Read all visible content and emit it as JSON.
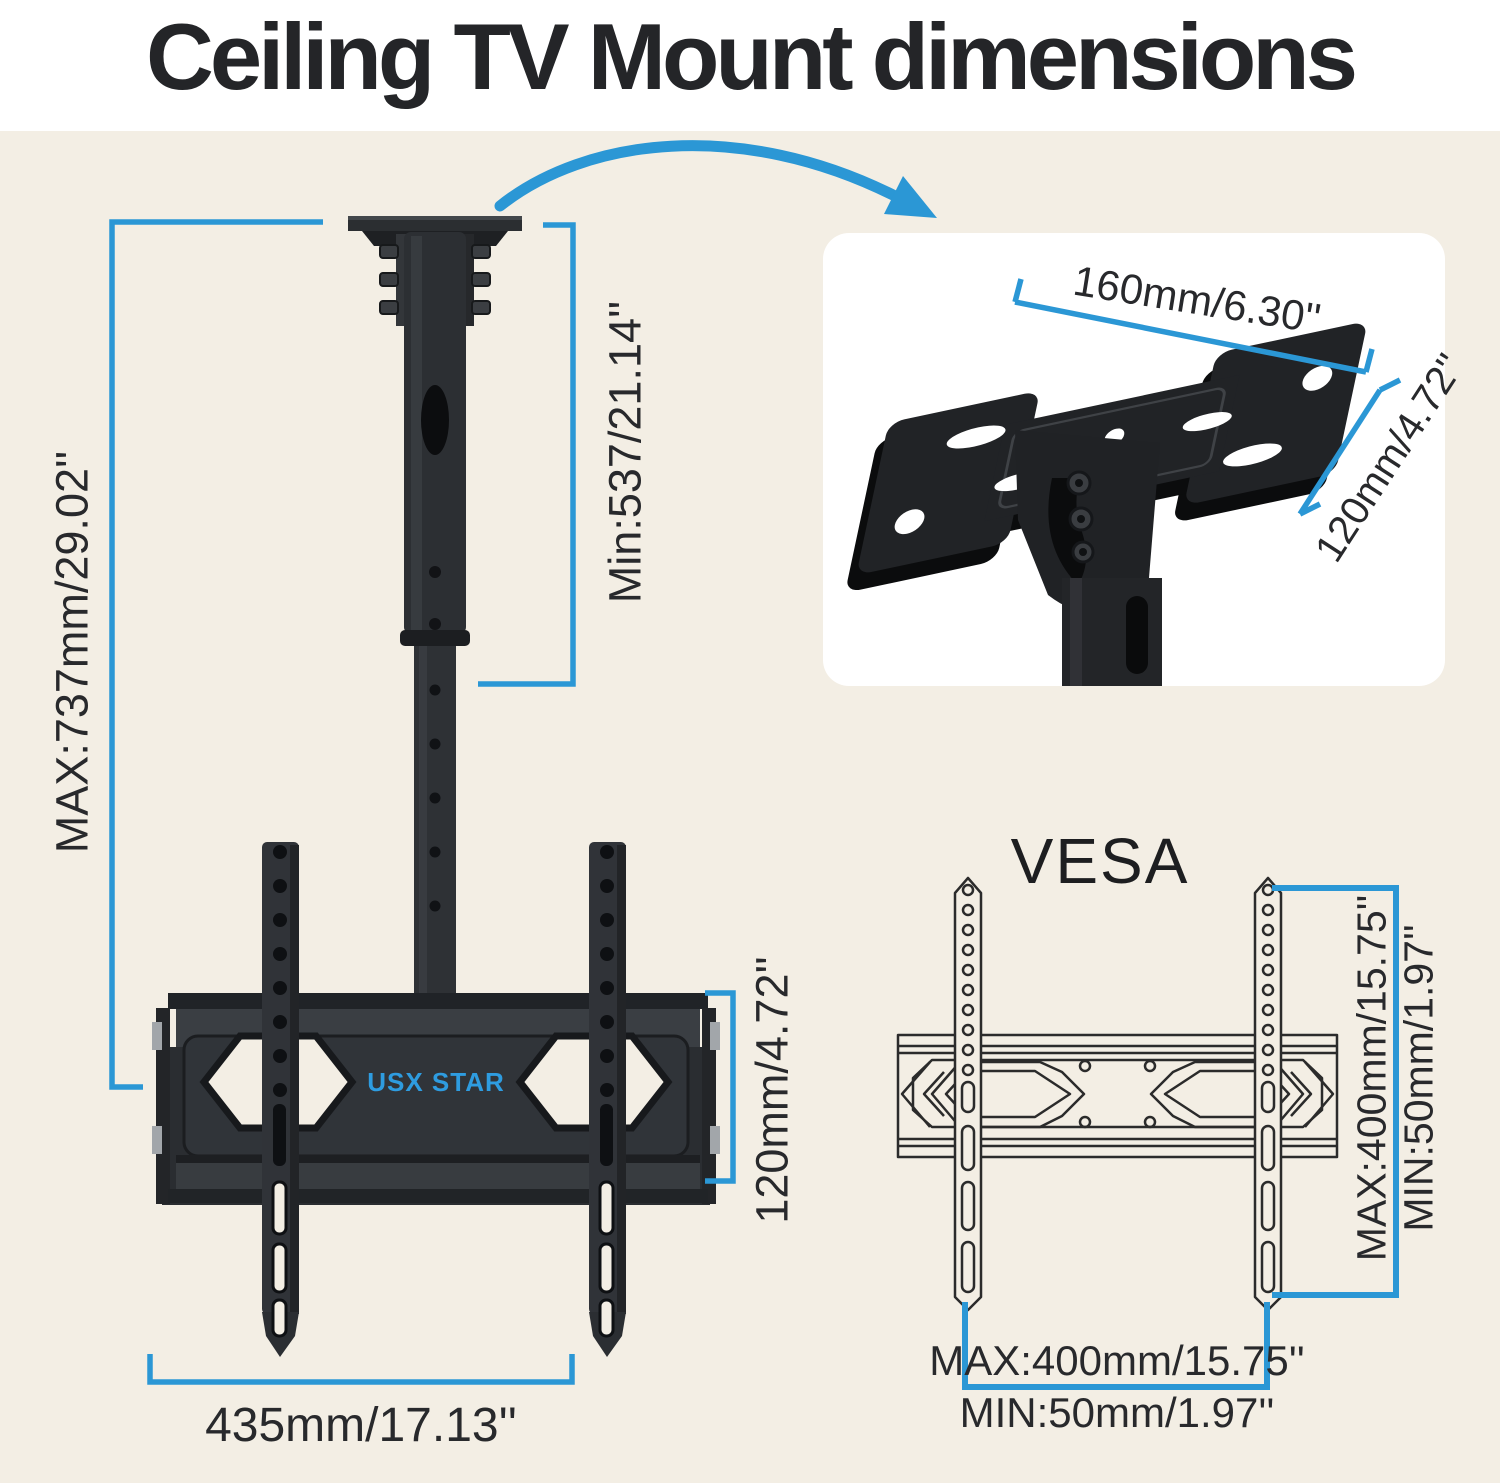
{
  "title": "Ceiling TV Mount dimensions",
  "colors": {
    "accent_blue": "#2b97d5",
    "panel_cream": "#f3eee4",
    "inset_white": "#ffffff",
    "mount_dark": "#2a2d31",
    "logo_blue": "#2e9ce0",
    "title_black": "#242528"
  },
  "main_diagram": {
    "max_height_label": "MAX:737mm/29.02''",
    "min_height_label": "Min:537/21.14''",
    "bracket_height_label": "120mm/4.72''",
    "bracket_width_label": "435mm/17.13''",
    "logo": "USX STAR"
  },
  "inset_detail": {
    "plate_width_label": "160mm/6.30''",
    "plate_depth_label": "120mm/4.72''"
  },
  "vesa": {
    "heading": "VESA",
    "vertical_max_label": "MAX:400mm/15.75''",
    "vertical_min_label": "MIN:50mm/1.97''",
    "horizontal_max_label": "MAX:400mm/15.75''",
    "horizontal_min_label": "MIN:50mm/1.97''"
  }
}
